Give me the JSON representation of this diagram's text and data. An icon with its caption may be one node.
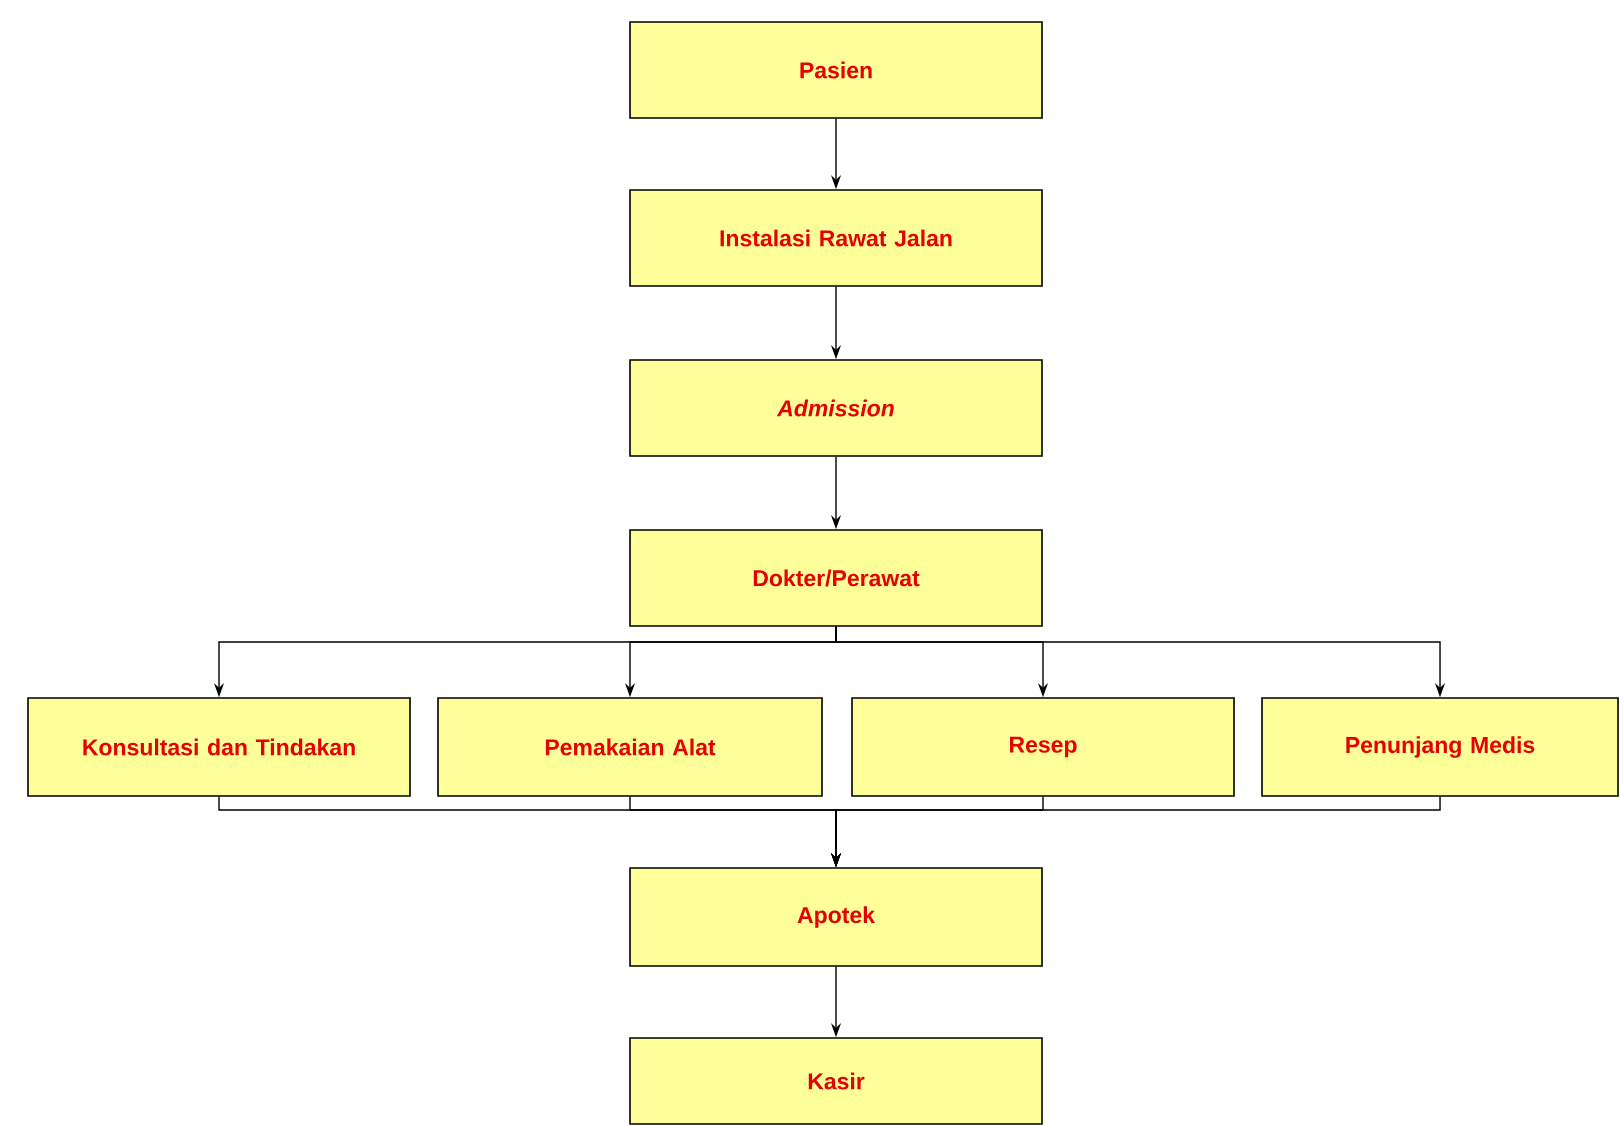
{
  "diagram": {
    "nodes": [
      {
        "text": [
          "Pasien"
        ]
      },
      {
        "text": [
          "Instalasi Rawat Jalan"
        ]
      },
      {
        "text": [
          "Admission"
        ]
      },
      {
        "text": [
          "Dokter/Perawat"
        ]
      },
      {
        "text": [
          "Konsultasi dan Tindakan"
        ]
      },
      {
        "text": [
          "Pemakaian Alat"
        ]
      },
      {
        "text": [
          "Resep"
        ]
      },
      {
        "text": [
          "Penunjang Medis"
        ]
      },
      {
        "text": [
          "Apotek"
        ]
      },
      {
        "text": [
          "Kasir"
        ]
      }
    ],
    "edges": [
      {
        "from": 0,
        "to": 1,
        "arrow": "to"
      },
      {
        "from": 1,
        "to": 2,
        "arrow": "to"
      },
      {
        "from": 2,
        "to": 3,
        "arrow": "to"
      },
      {
        "from": 3,
        "to": 4,
        "arrow": "to"
      },
      {
        "from": 3,
        "to": 5,
        "arrow": "to"
      },
      {
        "from": 3,
        "to": 6,
        "arrow": "to"
      },
      {
        "from": 3,
        "to": 7,
        "arrow": "to"
      },
      {
        "from": 4,
        "to": 8,
        "arrow": "to"
      },
      {
        "from": 5,
        "to": 8,
        "arrow": "to"
      },
      {
        "from": 6,
        "to": 8,
        "arrow": "to"
      },
      {
        "from": 7,
        "to": 8,
        "arrow": "to"
      },
      {
        "from": 8,
        "to": 9,
        "arrow": "to"
      }
    ]
  }
}
